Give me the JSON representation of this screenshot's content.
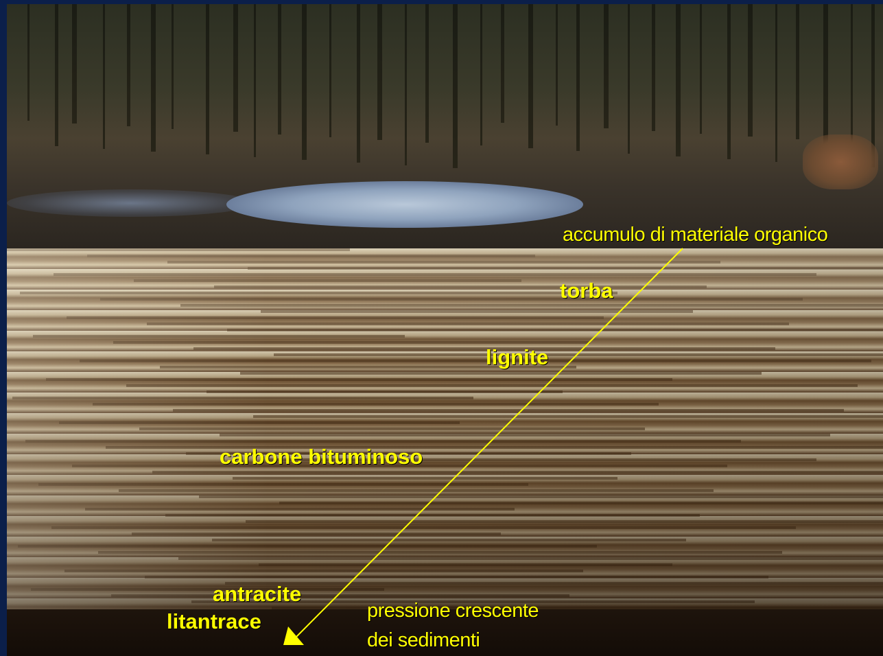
{
  "labels": {
    "top": "accumulo di materiale organico",
    "torba": "torba",
    "lignite": "lignite",
    "carbone": "carbone bituminoso",
    "antracite": "antracite",
    "litantrace": "litantrace",
    "pressione_line1": "pressione crescente",
    "pressione_line2": "dei sedimenti"
  },
  "colors": {
    "label": "#ffff00",
    "arrow": "#ffff00",
    "border": "#0b1f4a"
  }
}
